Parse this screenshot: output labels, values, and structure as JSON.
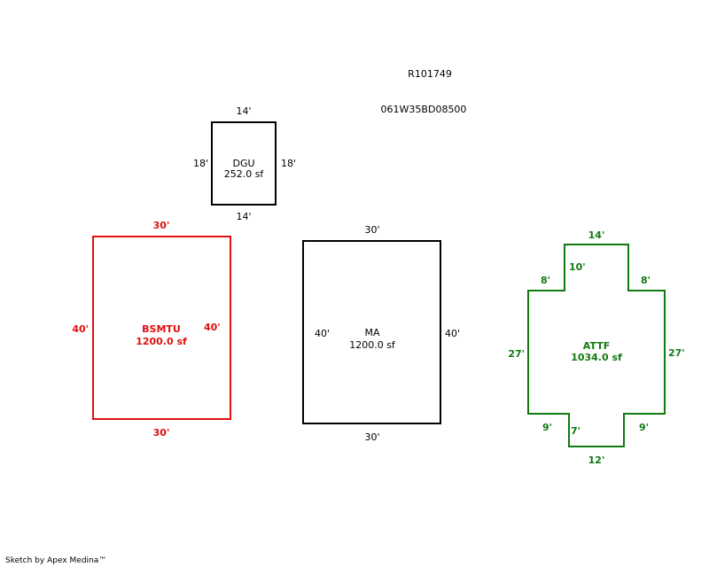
{
  "header": {
    "parcel_id": "R101749",
    "map_tax_lot": "061W35BD08500"
  },
  "areas": {
    "dgu": {
      "code": "DGU",
      "area": "252.0 sf",
      "top": "14'",
      "bottom": "14'",
      "left": "18'",
      "right": "18'",
      "color": "#000000"
    },
    "bsmtu": {
      "code": "BSMTU",
      "area": "1200.0 sf",
      "top": "30'",
      "bottom": "30'",
      "left": "40'",
      "right": "40'",
      "color": "#e01010"
    },
    "ma": {
      "code": "MA",
      "area": "1200.0 sf",
      "top": "30'",
      "bottom": "30'",
      "left": "40'",
      "right": "40'",
      "color": "#000000"
    },
    "attf": {
      "code": "ATTF",
      "area": "1034.0 sf",
      "top": "14'",
      "notch_left_vertical": "10'",
      "step_left": "8'",
      "step_right": "8'",
      "left": "27'",
      "right": "27'",
      "bottom_step_left": "9'",
      "bottom_step_right": "9'",
      "bottom_notch_vertical": "7'",
      "bottom": "12'",
      "color": "#117a11"
    }
  },
  "footer": {
    "credit": "Sketch by Apex Medina™"
  }
}
